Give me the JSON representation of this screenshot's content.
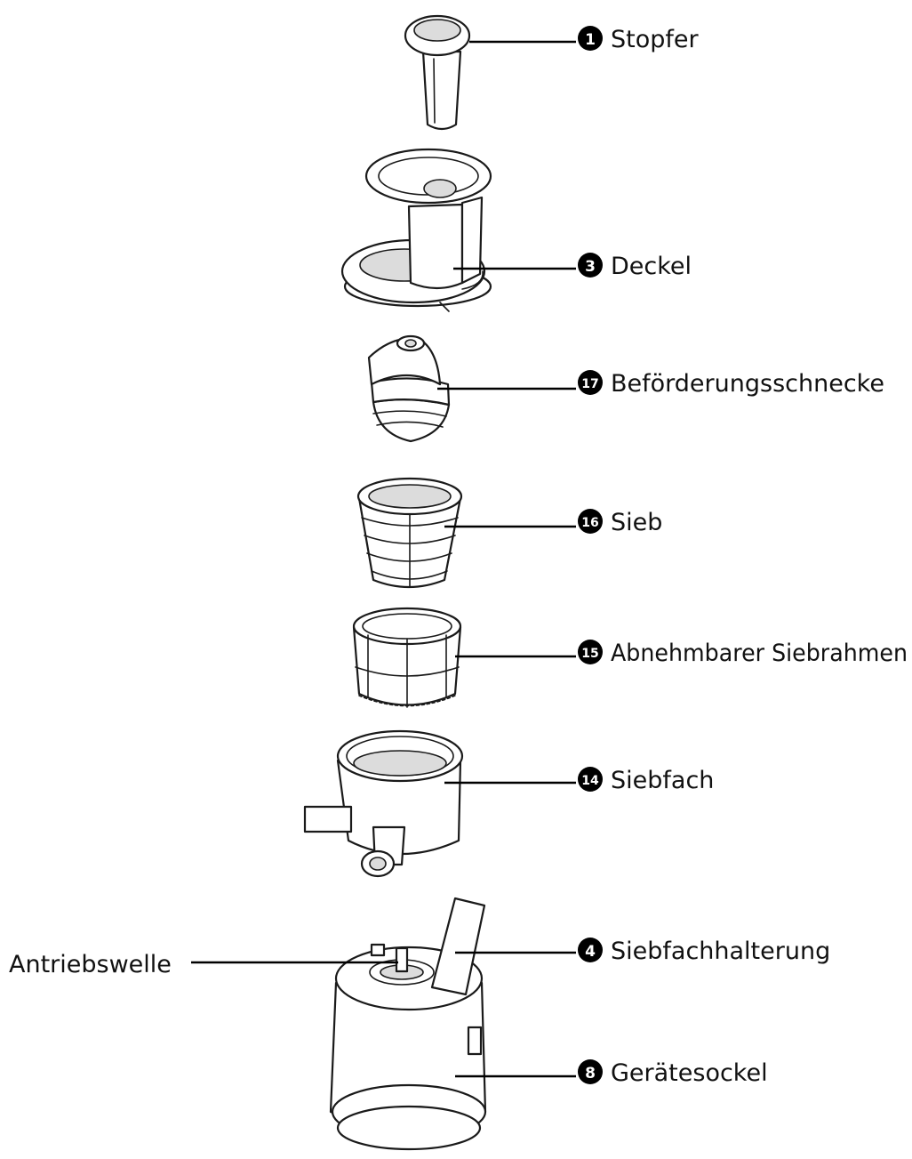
{
  "callouts": [
    {
      "number": "1",
      "label": "Stopfer"
    },
    {
      "number": "3",
      "label": "Deckel"
    },
    {
      "number": "17",
      "label": "Beförderungsschnecke"
    },
    {
      "number": "16",
      "label": "Sieb"
    },
    {
      "number": "15",
      "label": "Abnehmbarer Siebrahmen"
    },
    {
      "number": "14",
      "label": "Siebfach"
    },
    {
      "number": "4",
      "label": "Siebfachhalterung"
    },
    {
      "number": "8",
      "label": "Gerätesockel"
    }
  ],
  "side_label": {
    "label": "Antriebswelle"
  }
}
